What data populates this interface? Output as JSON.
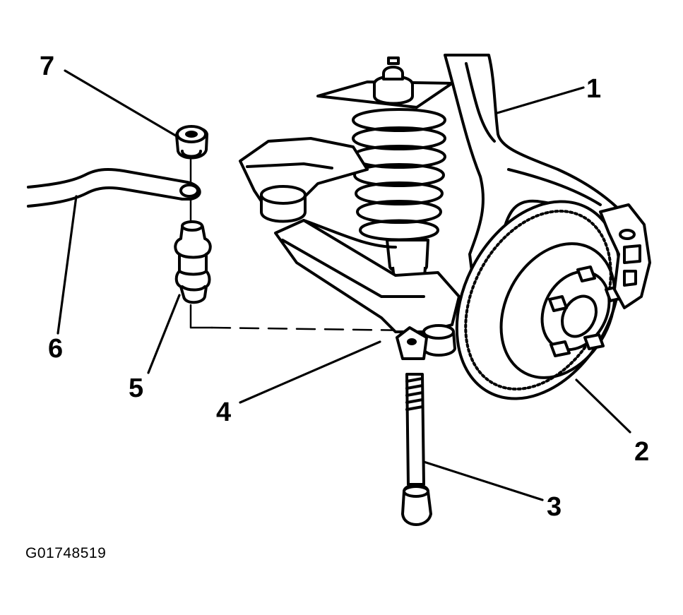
{
  "figure_id": "G01748519",
  "callouts": [
    {
      "number": "1"
    },
    {
      "number": "2"
    },
    {
      "number": "3"
    },
    {
      "number": "4"
    },
    {
      "number": "5"
    },
    {
      "number": "6"
    },
    {
      "number": "7"
    }
  ]
}
